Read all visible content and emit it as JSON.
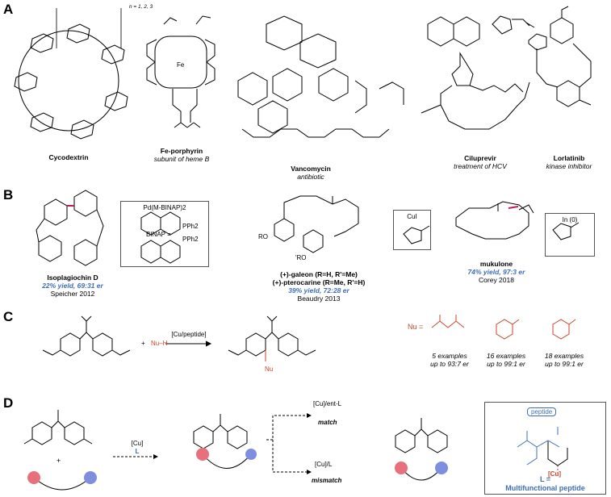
{
  "panels": {
    "a": "A",
    "b": "B",
    "c": "C",
    "d": "D"
  },
  "colors": {
    "blue": "#3d6fb6",
    "red": "#c9452d",
    "magenta": "#c2185b",
    "bead_red": "#e8707d",
    "bead_blue": "#7f8fe0"
  },
  "a": {
    "cyclodextrin": {
      "name": "Cycodextrin",
      "n_label": "n = 1, 2, 3"
    },
    "porphyrin": {
      "name": "Fe-porphyrin",
      "desc": "subunit of heme B",
      "metal": "Fe"
    },
    "vancomycin": {
      "name": "Vancomycin",
      "desc": "antibiotic"
    },
    "ciluprevir": {
      "name": "Ciluprevir",
      "desc": "treatment of HCV"
    },
    "lorlatinib": {
      "name": "Lorlatinib",
      "desc": "kinase inhibitor"
    }
  },
  "b": {
    "isoplagiochin": {
      "name": "Isoplagiochin D",
      "yield": "22% yield, 69:31 er",
      "ref": "Speicher 2012",
      "catalyst": "Pd(M-BINAP)2",
      "binap_label": "BINAP =",
      "pph2": "PPh2"
    },
    "galeon": {
      "name1": "(+)-galeon (R=H, R'=Me)",
      "name2": "(+)-pterocarine (R=Me, R'=H)",
      "yield": "39% yield, 72:28 er",
      "ref": "Beaudry 2013",
      "catalyst": "CuI",
      "group1": "RO",
      "group2": "'RO"
    },
    "mukulone": {
      "name": "mukulone",
      "yield": "74% yield, 97:3 er",
      "ref": "Corey 2018",
      "catalyst": "In (0)"
    }
  },
  "c": {
    "reagent": "Nu–H",
    "conditions": "[Cu/peptide]",
    "nu_label": "Nu =",
    "nu_product": "Nu",
    "examples": [
      {
        "count": "5 examples",
        "er": "up to 93:7 er"
      },
      {
        "count": "16 examples",
        "er": "up to 99:1 er"
      },
      {
        "count": "18 examples",
        "er": "up to 99:1 er"
      }
    ]
  },
  "d": {
    "cu_label": "[Cu]",
    "l_label": "L",
    "match_cond": "[Cu]/ent-L",
    "match": "match",
    "mismatch_cond": "[Cu]/L",
    "mismatch": "mismatch",
    "peptide": "peptide",
    "cu_in_box": "[Cu]",
    "l_def": "L =",
    "l_desc": "Multifunctional peptide"
  }
}
